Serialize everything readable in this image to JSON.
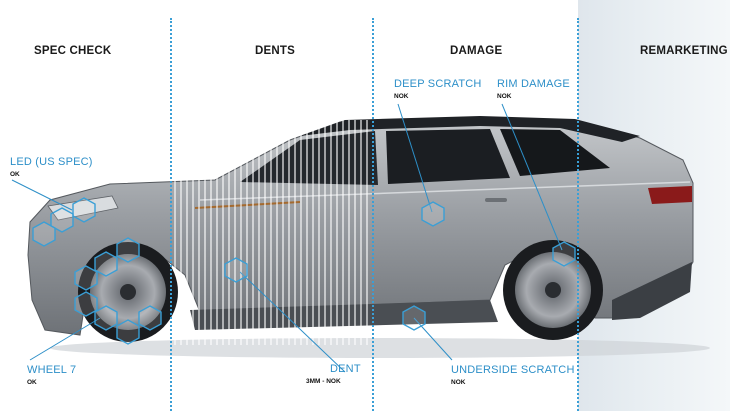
{
  "sections": [
    {
      "title": "SPEC CHECK"
    },
    {
      "title": "DENTS"
    },
    {
      "title": "DAMAGE"
    },
    {
      "title": "REMARKETING"
    }
  ],
  "annotations": [
    {
      "label": "LED (US SPEC)",
      "status": "OK"
    },
    {
      "label": "WHEEL 7",
      "status": "OK"
    },
    {
      "label": "DENT",
      "status": "3MM - NOK"
    },
    {
      "label": "DEEP SCRATCH",
      "status": "NOK"
    },
    {
      "label": "RIM DAMAGE",
      "status": "NOK"
    },
    {
      "label": "UNDERSIDE SCRATCH",
      "status": "NOK"
    }
  ],
  "colors": {
    "accent": "#2d8fc8",
    "body": "#8d9196",
    "glass": "#1b1e22"
  }
}
